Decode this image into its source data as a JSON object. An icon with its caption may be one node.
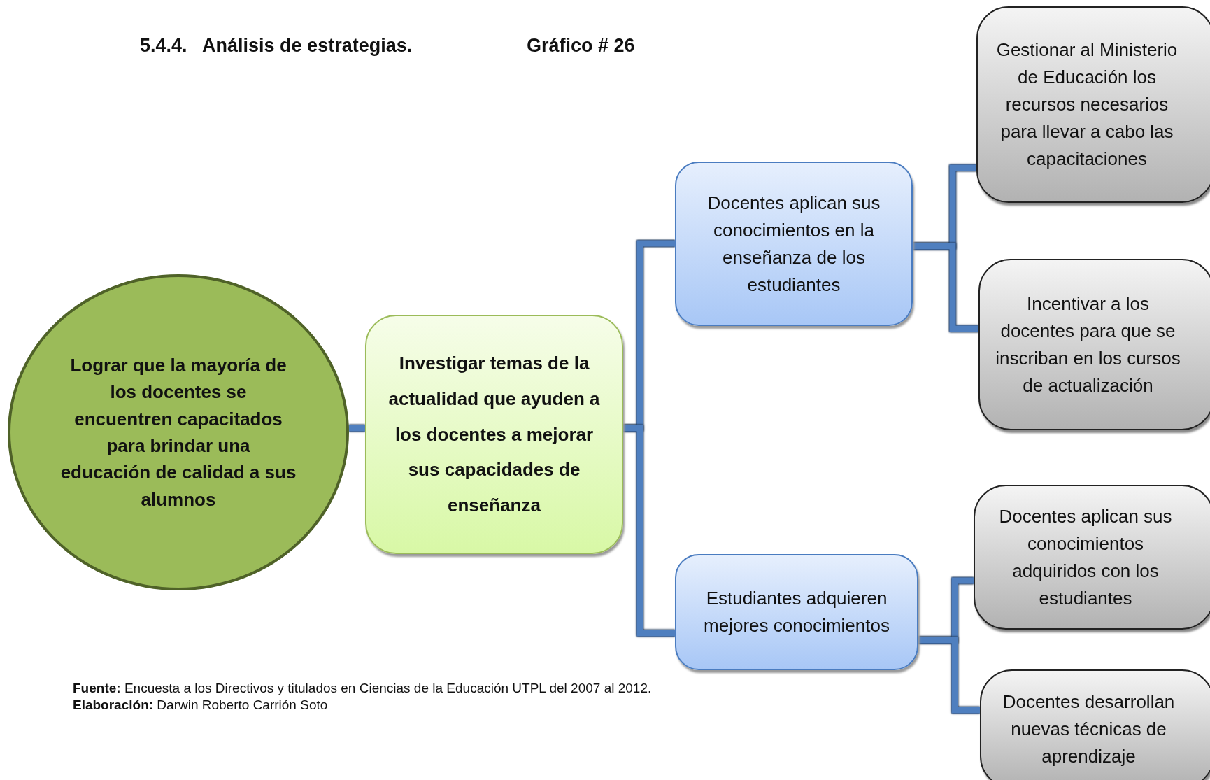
{
  "diagram": {
    "title": "5.4.4.   Análisis de estrategias.",
    "nodes": [
      {
        "text": [
          "Lograr que la mayoría de los docentes se encuentren capacitados para brindar una educación de calidad a sus alumnos"
        ]
      },
      {
        "text": [
          "Investigar temas de la actualidad que ayuden a los docentes a mejorar sus capacidades de enseñanza"
        ]
      },
      {
        "text": [
          "Docentes aplican sus conocimientos en la enseñanza de los estudiantes"
        ]
      },
      {
        "text": [
          "Estudiantes adquieren mejores conocimientos"
        ]
      },
      {
        "text": [
          "Gestionar al Ministerio de Educación los recursos necesarios para llevar a cabo las capacitaciones"
        ]
      },
      {
        "text": [
          "Incentivar a los docentes para que se inscriban en los cursos de actualización"
        ]
      },
      {
        "text": [
          "Docentes aplican sus conocimientos adquiridos con los estudiantes"
        ]
      },
      {
        "text": [
          "Docentes desarrollan nuevas técnicas de aprendizaje"
        ]
      }
    ],
    "edges": [
      {
        "from": 0,
        "to": 1,
        "arrow": "none"
      },
      {
        "from": 1,
        "to": 2,
        "arrow": "none"
      },
      {
        "from": 1,
        "to": 3,
        "arrow": "none"
      },
      {
        "from": 2,
        "to": 4,
        "arrow": "none"
      },
      {
        "from": 2,
        "to": 5,
        "arrow": "none"
      },
      {
        "from": 3,
        "to": 6,
        "arrow": "none"
      },
      {
        "from": 3,
        "to": 7,
        "arrow": "none"
      }
    ],
    "labels": [
      "Gráfico # 26",
      "**Fuente:** Encuesta a los Directivos y  titulados en Ciencias de la Educación UTPL del 2007 al 2012.",
      "**Elaboración:** Darwin Roberto Carrión Soto"
    ]
  }
}
